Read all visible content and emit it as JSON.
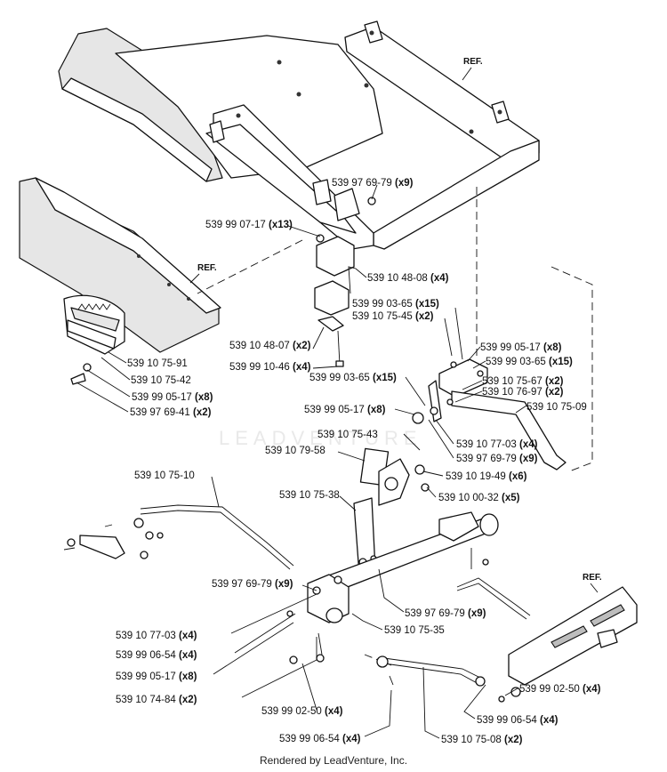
{
  "watermark": "LEADVENTURE",
  "footer": "Rendered by LeadVenture, Inc.",
  "ref_labels": [
    "REF.",
    "REF.",
    "REF."
  ],
  "parts": [
    {
      "number": "539 97 69-79",
      "qty": "(x9)"
    },
    {
      "number": "539 99 07-17",
      "qty": "(x13)"
    },
    {
      "number": "539 10 48-08",
      "qty": "(x4)"
    },
    {
      "number": "539 99 03-65",
      "qty": "(x15)"
    },
    {
      "number": "539 10 75-45",
      "qty": "(x2)"
    },
    {
      "number": "539 10 48-07",
      "qty": "(x2)"
    },
    {
      "number": "539 99 10-46",
      "qty": "(x4)"
    },
    {
      "number": "539 99 05-17",
      "qty": "(x8)"
    },
    {
      "number": "539 99 03-65",
      "qty": "(x15)"
    },
    {
      "number": "539 10 75-67",
      "qty": "(x2)"
    },
    {
      "number": "539 10 76-97",
      "qty": "(x2)"
    },
    {
      "number": "539 10 75-09",
      "qty": ""
    },
    {
      "number": "539 10 75-91",
      "qty": ""
    },
    {
      "number": "539 10 75-42",
      "qty": ""
    },
    {
      "number": "539 99 05-17",
      "qty": "(x8)"
    },
    {
      "number": "539 97 69-41",
      "qty": "(x2)"
    },
    {
      "number": "539 99 03-65",
      "qty": "(x15)"
    },
    {
      "number": "539 99 05-17",
      "qty": "(x8)"
    },
    {
      "number": "539 10 75-43",
      "qty": ""
    },
    {
      "number": "539 10 77-03",
      "qty": "(x4)"
    },
    {
      "number": "539 97 69-79",
      "qty": "(x9)"
    },
    {
      "number": "539 10 79-58",
      "qty": ""
    },
    {
      "number": "539 10 19-49",
      "qty": "(x6)"
    },
    {
      "number": "539 10 00-32",
      "qty": "(x5)"
    },
    {
      "number": "539 10 75-10",
      "qty": ""
    },
    {
      "number": "539 10 75-38",
      "qty": ""
    },
    {
      "number": "539 97 69-79",
      "qty": "(x9)"
    },
    {
      "number": "539 97 69-79",
      "qty": "(x9)"
    },
    {
      "number": "539 10 75-35",
      "qty": ""
    },
    {
      "number": "539 10 77-03",
      "qty": "(x4)"
    },
    {
      "number": "539 99 06-54",
      "qty": "(x4)"
    },
    {
      "number": "539 99 05-17",
      "qty": "(x8)"
    },
    {
      "number": "539 10 74-84",
      "qty": "(x2)"
    },
    {
      "number": "539 99 02-50",
      "qty": "(x4)"
    },
    {
      "number": "539 99 02-50",
      "qty": "(x4)"
    },
    {
      "number": "539 99 06-54",
      "qty": "(x4)"
    },
    {
      "number": "539 99 06-54",
      "qty": "(x4)"
    },
    {
      "number": "539 10 75-08",
      "qty": "(x2)"
    }
  ]
}
